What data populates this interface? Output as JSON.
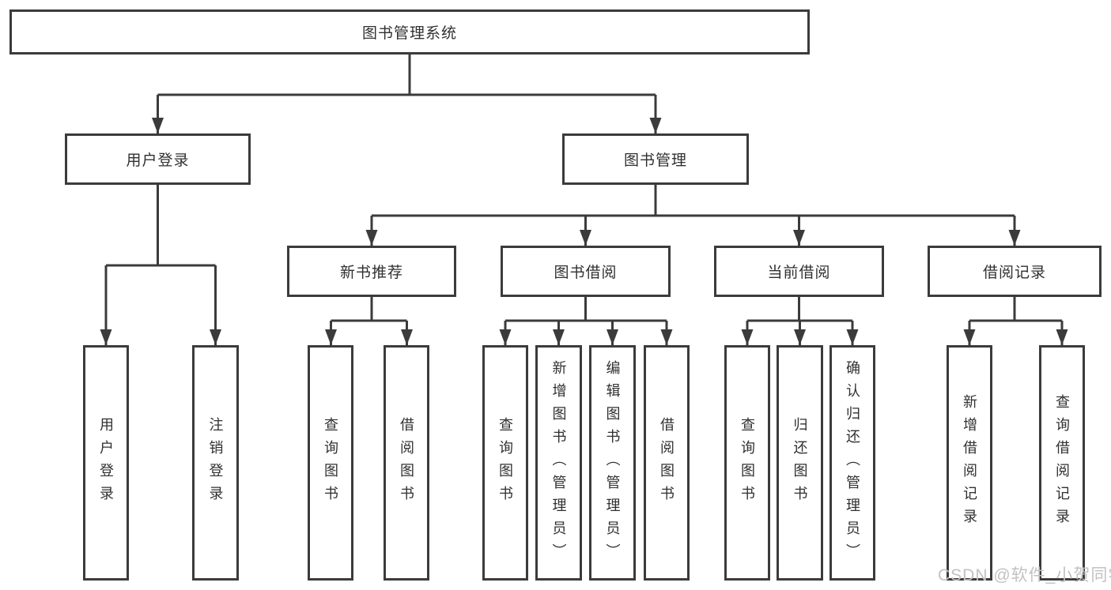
{
  "diagram_type": "tree",
  "tree": {
    "label": "图书管理系统",
    "children": [
      {
        "label": "用户登录",
        "children": [
          {
            "label": "用户登录"
          },
          {
            "label": "注销登录"
          }
        ]
      },
      {
        "label": "图书管理",
        "children": [
          {
            "label": "新书推荐",
            "children": [
              {
                "label": "查询图书"
              },
              {
                "label": "借阅图书"
              }
            ]
          },
          {
            "label": "图书借阅",
            "children": [
              {
                "label": "查询图书"
              },
              {
                "label": "新增图书（管理员）"
              },
              {
                "label": "编辑图书（管理员）"
              },
              {
                "label": "借阅图书"
              }
            ]
          },
          {
            "label": "当前借阅",
            "children": [
              {
                "label": "查询图书"
              },
              {
                "label": "归还图书"
              },
              {
                "label": "确认归还（管理员）"
              }
            ]
          },
          {
            "label": "借阅记录",
            "children": [
              {
                "label": "新增借阅记录"
              },
              {
                "label": "查询借阅记录"
              }
            ]
          }
        ]
      }
    ]
  },
  "watermark": {
    "text": "CSDN @软件_小贺同学"
  },
  "colors": {
    "background": "#ffffff",
    "line": "#3b3b3b",
    "box_border": "#3b3b3b",
    "text": "#303030",
    "watermark": "#c3c1c1"
  }
}
